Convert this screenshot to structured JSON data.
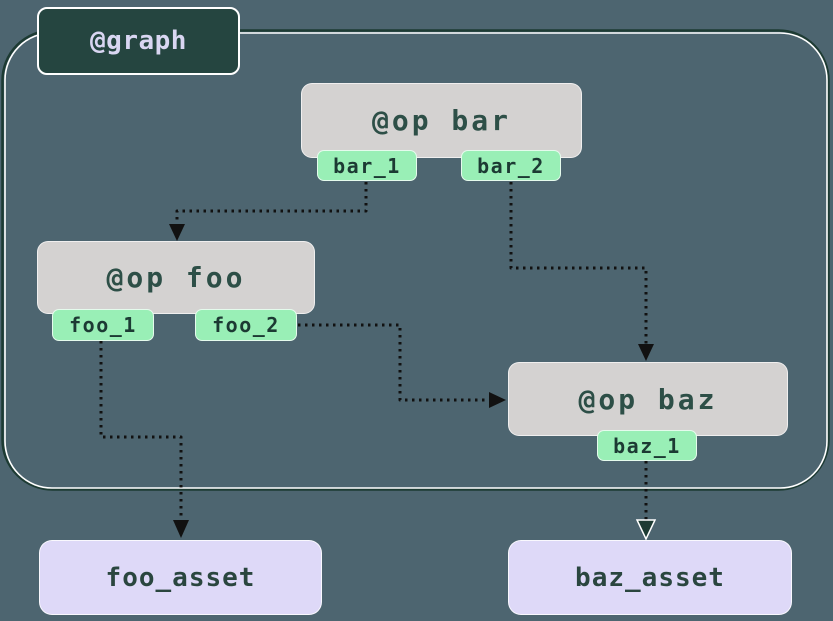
{
  "diagram": {
    "graph_label": "@graph",
    "nodes": {
      "op_bar": {
        "label": "@op bar",
        "type": "op",
        "outputs": [
          "bar_1",
          "bar_2"
        ]
      },
      "op_foo": {
        "label": "@op foo",
        "type": "op",
        "outputs": [
          "foo_1",
          "foo_2"
        ]
      },
      "op_baz": {
        "label": "@op baz",
        "type": "op",
        "outputs": [
          "baz_1"
        ]
      },
      "foo_asset": {
        "label": "foo_asset",
        "type": "asset"
      },
      "baz_asset": {
        "label": "baz_asset",
        "type": "asset"
      }
    },
    "edges": [
      {
        "from": "bar_1",
        "to": "op_foo"
      },
      {
        "from": "bar_2",
        "to": "op_baz"
      },
      {
        "from": "foo_2",
        "to": "op_baz"
      },
      {
        "from": "foo_1",
        "to": "foo_asset"
      },
      {
        "from": "baz_1",
        "to": "baz_asset"
      }
    ],
    "colors": {
      "background": "#4D6570",
      "graph_box_fill": "#254540",
      "graph_box_text": "#D9D6F2",
      "op_fill": "#D4D2D1",
      "op_text": "#2D4F47",
      "output_tab_fill": "#99EFB6",
      "output_tab_text": "#1C3A33",
      "asset_fill": "#DED9F8",
      "asset_text": "#2A463F",
      "edge_color": "#111111",
      "boundary_dark": "#1D3B33",
      "boundary_light": "#FFFFFF"
    }
  }
}
